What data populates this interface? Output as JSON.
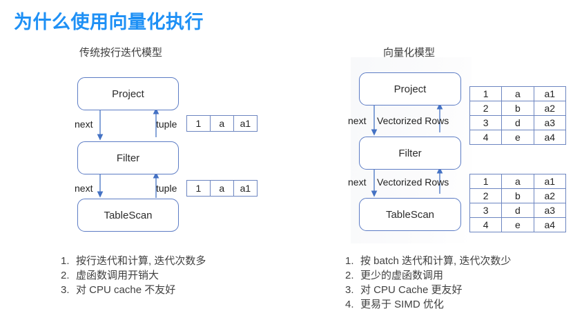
{
  "slide": {
    "title": "为什么使用向量化执行",
    "title_color": "#1e90f5",
    "accent_border_color": "#5b7bc4",
    "arrow_color": "#4472c4"
  },
  "left_panel": {
    "title": "传统按行迭代模型",
    "boxes": {
      "project": "Project",
      "filter": "Filter",
      "tablescan": "TableScan"
    },
    "edge_labels": {
      "next_1": "next",
      "next_2": "next",
      "tuple_1": "tuple",
      "tuple_2": "tuple"
    },
    "tuple_table_1": {
      "rows": [
        [
          "1",
          "a",
          "a1"
        ]
      ]
    },
    "tuple_table_2": {
      "rows": [
        [
          "1",
          "a",
          "a1"
        ]
      ]
    },
    "bullets": [
      {
        "num": "1.",
        "text": "按行迭代和计算, 迭代次数多"
      },
      {
        "num": "2.",
        "text": "虚函数调用开销大"
      },
      {
        "num": "3.",
        "text": "对 CPU cache 不友好"
      }
    ]
  },
  "right_panel": {
    "title": "向量化模型",
    "boxes": {
      "project": "Project",
      "filter": "Filter",
      "tablescan": "TableScan"
    },
    "edge_labels": {
      "next_1": "next",
      "next_2": "next",
      "vectorized_1": "Vectorized Rows",
      "vectorized_2": "Vectorized Rows"
    },
    "vector_table_1": {
      "rows": [
        [
          "1",
          "a",
          "a1"
        ],
        [
          "2",
          "b",
          "a2"
        ],
        [
          "3",
          "d",
          "a3"
        ],
        [
          "4",
          "e",
          "a4"
        ]
      ]
    },
    "vector_table_2": {
      "rows": [
        [
          "1",
          "a",
          "a1"
        ],
        [
          "2",
          "b",
          "a2"
        ],
        [
          "3",
          "d",
          "a3"
        ],
        [
          "4",
          "e",
          "a4"
        ]
      ]
    },
    "bullets": [
      {
        "num": "1.",
        "text": "按 batch 迭代和计算, 迭代次数少"
      },
      {
        "num": "2.",
        "text": "更少的虚函数调用"
      },
      {
        "num": "3.",
        "text": "对 CPU Cache 更友好"
      },
      {
        "num": "4.",
        "text": "更易于 SIMD 优化"
      }
    ]
  }
}
